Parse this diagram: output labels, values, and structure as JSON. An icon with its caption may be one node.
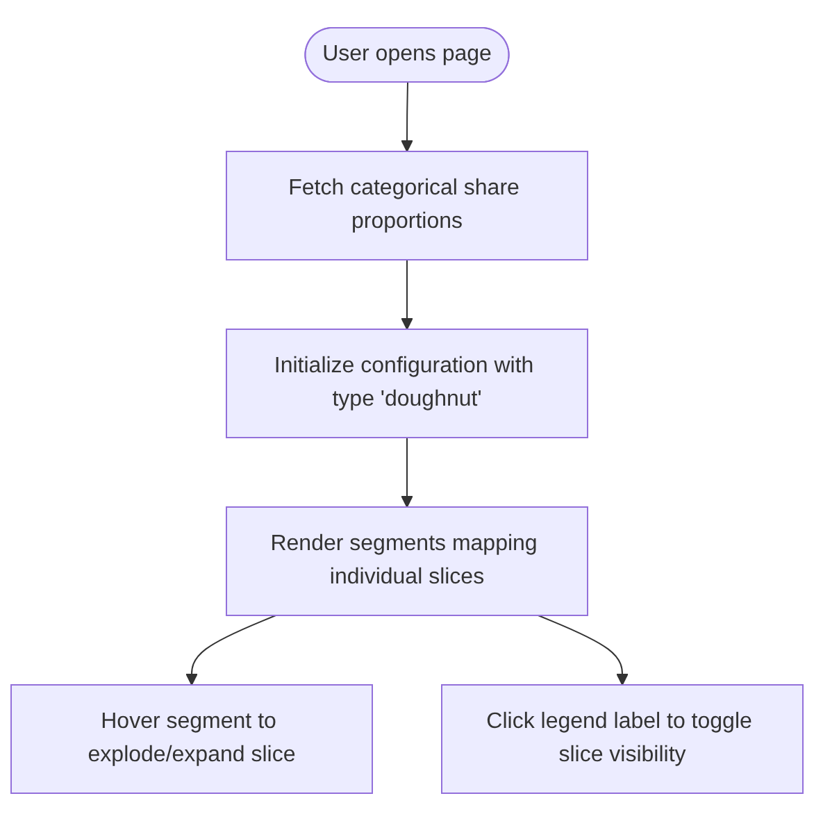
{
  "diagram": {
    "nodes": [
      {
        "text": [
          "User opens page"
        ]
      },
      {
        "text": [
          "Fetch categorical share proportions"
        ]
      },
      {
        "text": [
          "Initialize configuration with type 'doughnut'"
        ]
      },
      {
        "text": [
          "Render segments mapping individual slices"
        ]
      },
      {
        "text": [
          "Hover segment to explode/expand slice"
        ]
      },
      {
        "text": [
          "Click legend label to toggle slice visibility"
        ]
      }
    ],
    "edges": [
      {
        "from": 0,
        "to": 1,
        "arrow": "to"
      },
      {
        "from": 1,
        "to": 2,
        "arrow": "to"
      },
      {
        "from": 2,
        "to": 3,
        "arrow": "to"
      },
      {
        "from": 3,
        "to": 4,
        "arrow": "to"
      },
      {
        "from": 3,
        "to": 5,
        "arrow": "to"
      }
    ]
  }
}
